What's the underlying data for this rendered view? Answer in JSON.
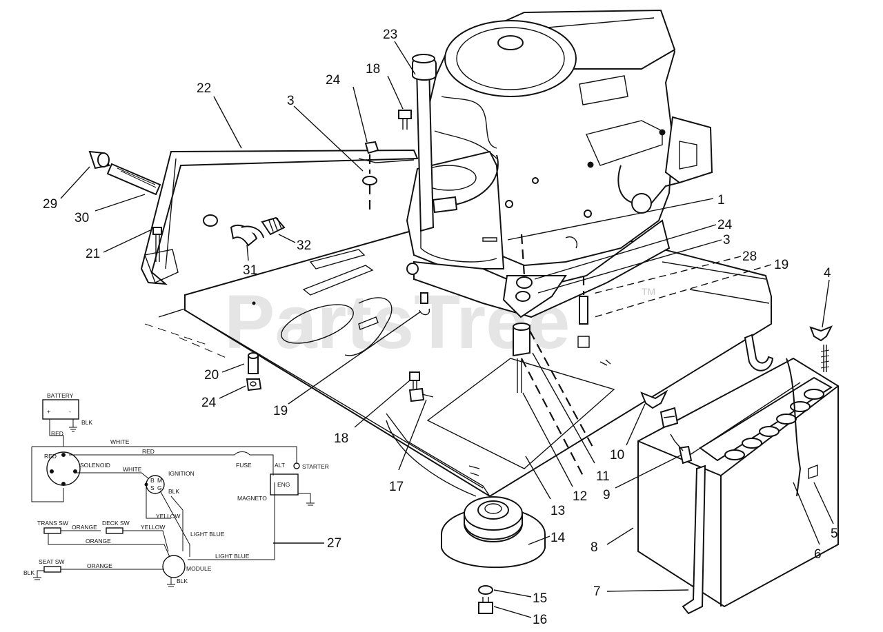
{
  "watermark": {
    "text": "PartsTree",
    "tm": "TM"
  },
  "callouts": [
    {
      "id": "c23",
      "text": "23"
    },
    {
      "id": "c18a",
      "text": "18"
    },
    {
      "id": "c24a",
      "text": "24"
    },
    {
      "id": "c3a",
      "text": "3"
    },
    {
      "id": "c22",
      "text": "22"
    },
    {
      "id": "c29",
      "text": "29"
    },
    {
      "id": "c30",
      "text": "30"
    },
    {
      "id": "c21",
      "text": "21"
    },
    {
      "id": "c31",
      "text": "31"
    },
    {
      "id": "c32",
      "text": "32"
    },
    {
      "id": "c1",
      "text": "1"
    },
    {
      "id": "c24b",
      "text": "24"
    },
    {
      "id": "c3b",
      "text": "3"
    },
    {
      "id": "c28",
      "text": "28"
    },
    {
      "id": "c19a",
      "text": "19"
    },
    {
      "id": "c4",
      "text": "4"
    },
    {
      "id": "c20",
      "text": "20"
    },
    {
      "id": "c24c",
      "text": "24"
    },
    {
      "id": "c19b",
      "text": "19"
    },
    {
      "id": "c18b",
      "text": "18"
    },
    {
      "id": "c17",
      "text": "17"
    },
    {
      "id": "c10",
      "text": "10"
    },
    {
      "id": "c11",
      "text": "11"
    },
    {
      "id": "c12",
      "text": "12"
    },
    {
      "id": "c13",
      "text": "13"
    },
    {
      "id": "c9",
      "text": "9"
    },
    {
      "id": "c14",
      "text": "14"
    },
    {
      "id": "c15",
      "text": "15"
    },
    {
      "id": "c16",
      "text": "16"
    },
    {
      "id": "c8",
      "text": "8"
    },
    {
      "id": "c7",
      "text": "7"
    },
    {
      "id": "c6",
      "text": "6"
    },
    {
      "id": "c5",
      "text": "5"
    },
    {
      "id": "c27",
      "text": "27"
    }
  ],
  "wiring": {
    "battery": "BATTERY",
    "blk": "BLK",
    "red": "RED",
    "white": "WHITE",
    "solenoid": "SOLENOID",
    "fuse": "FUSE",
    "alt": "ALT",
    "starter": "STARTER",
    "ignition": "IGNITION",
    "eng": "ENG",
    "magneto": "MAGNETO",
    "yellow": "YELLOW",
    "light_blue": "LIGHT BLUE",
    "trans_sw": "TRANS SW",
    "deck_sw": "DECK SW",
    "orange": "ORANGE",
    "seat_sw": "SEAT SW",
    "module": "MODULE",
    "ign_terms": {
      "b": "B",
      "m": "M",
      "s": "S",
      "g": "G"
    }
  }
}
